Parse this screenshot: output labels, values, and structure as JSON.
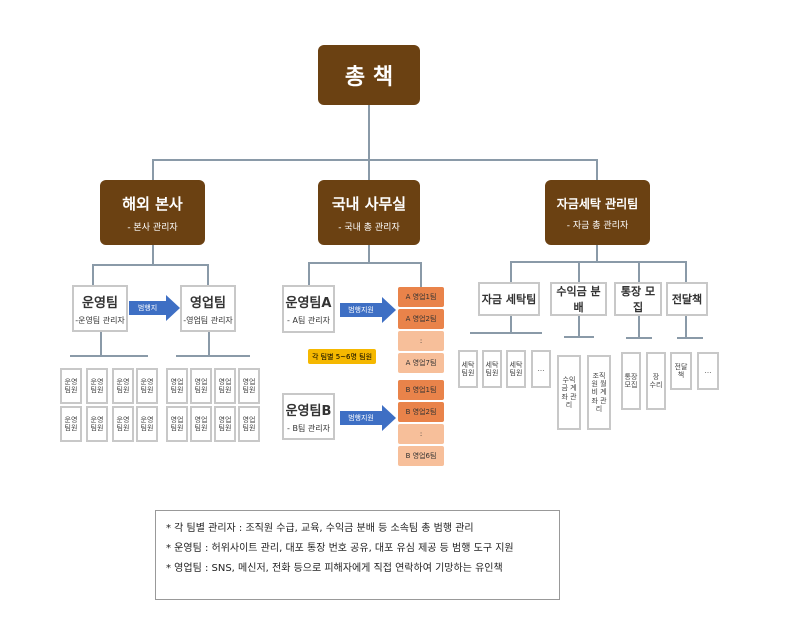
{
  "top": {
    "title": "총 책"
  },
  "branches": [
    {
      "title": "해외 본사",
      "sub": "- 본사 관리자"
    },
    {
      "title": "국내 사무실",
      "sub": "- 국내 총 관리자"
    },
    {
      "title": "자금세탁 관리팀",
      "sub": "- 자금 총 관리자"
    }
  ],
  "overseas": {
    "ops": {
      "title": "운영팀",
      "sub": "-운영팀 관리자"
    },
    "sales": {
      "title": "영업팀",
      "sub": "-영업팀 관리자"
    },
    "arrow": "범행지원",
    "ops_member": "운영 팀원",
    "sales_member": "영업 팀원"
  },
  "domestic": {
    "opsA": {
      "title": "운영팀A",
      "sub": "- A팀 관리자"
    },
    "opsB": {
      "title": "운영팀B",
      "sub": "- B팀 관리자"
    },
    "arrow": "범행지원",
    "note": "각 팀별 5~6명 팀원",
    "a_teams": [
      "A 영업1팀",
      "A 영업2팀",
      ":",
      "A 영업7팀"
    ],
    "b_teams": [
      "B 영업1팀",
      "B 영업2팀",
      ":",
      "B 영업6팀"
    ]
  },
  "laundering": {
    "units": [
      {
        "title": "자금 세탁팀",
        "members": [
          "세탁 팀원",
          "세탁 팀원",
          "세탁 팀원",
          "…"
        ]
      },
      {
        "title": "수익금 분배",
        "members": [
          "수익금 계좌 관리",
          "조직원 월비 계좌 관리"
        ]
      },
      {
        "title": "통장 모집",
        "members": [
          "통장 모집",
          "장 수리"
        ]
      },
      {
        "title": "전달책",
        "members": [
          "전달 책",
          "…"
        ]
      }
    ]
  },
  "notes": [
    "* 각 팀별 관리자 : 조직원 수급, 교육, 수익금 분배 등 소속팀 총 범행 관리",
    "* 운영팀 : 허위사이트 관리, 대포 통장 번호 공유, 대포 유심 제공 등 범행 도구 지원",
    "* 영업팀 : SNS, 메신저, 전화 등으로 피해자에게 직접 연락하여 기망하는 유인책"
  ]
}
